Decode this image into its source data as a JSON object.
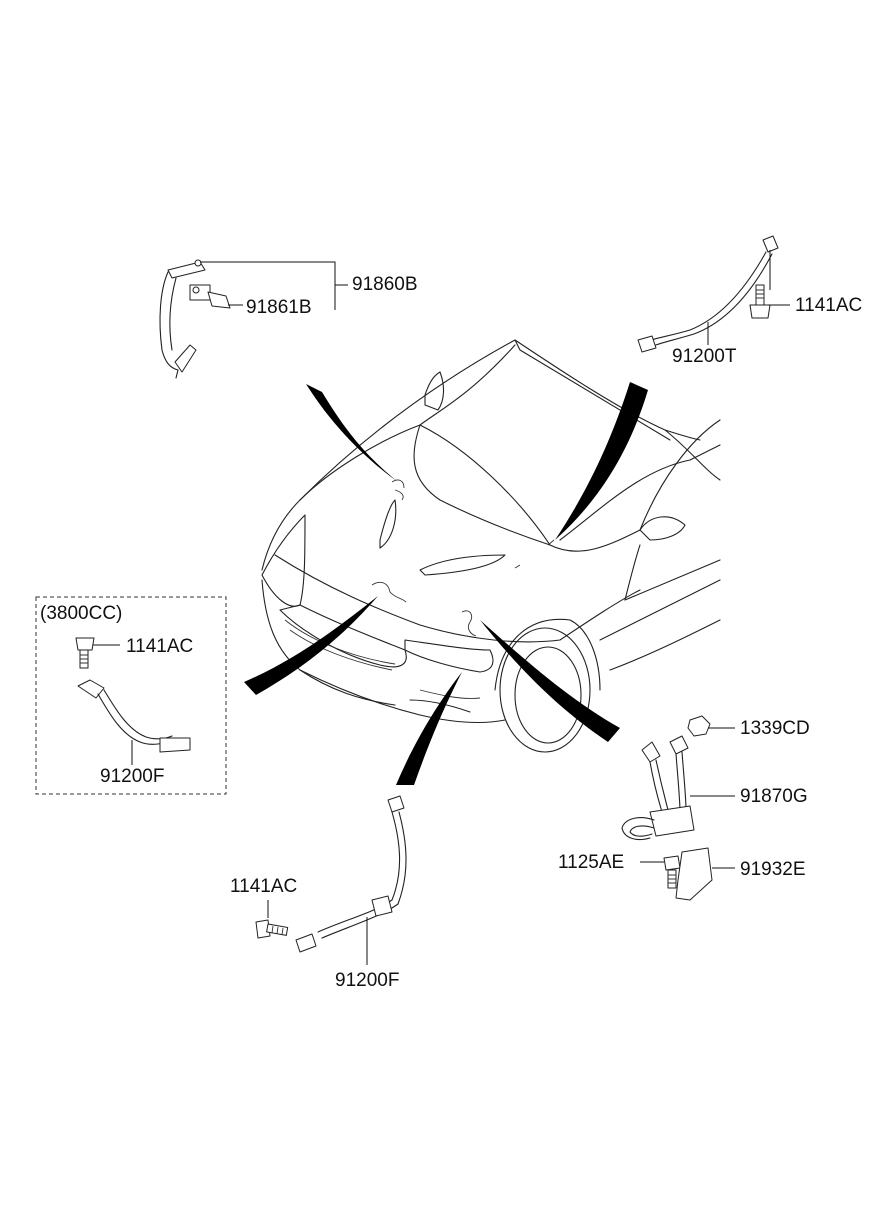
{
  "labels": {
    "p_91860B": "91860B",
    "p_91861B": "91861B",
    "p_1141AC_top": "1141AC",
    "p_91200T": "91200T",
    "variant": "(3800CC)",
    "p_1141AC_left": "1141AC",
    "p_91200F_left": "91200F",
    "p_1339CD": "1339CD",
    "p_91870G": "91870G",
    "p_1125AE": "1125AE",
    "p_91932E": "91932E",
    "p_1141AC_bottom": "1141AC",
    "p_91200F_bottom": "91200F"
  }
}
